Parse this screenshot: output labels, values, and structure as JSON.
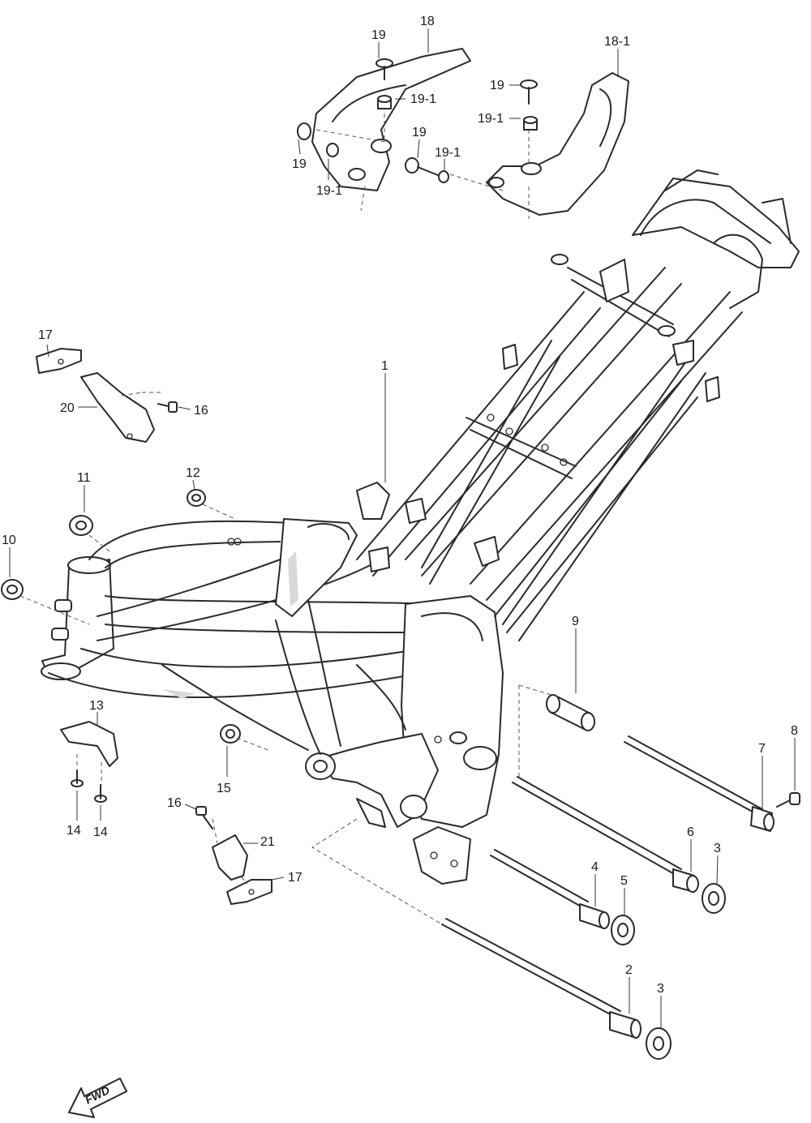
{
  "diagram": {
    "callouts": {
      "c1": "1",
      "c2": "2",
      "c3a": "3",
      "c3b": "3",
      "c4": "4",
      "c5": "5",
      "c6": "6",
      "c7": "7",
      "c8": "8",
      "c9": "9",
      "c10": "10",
      "c11": "11",
      "c12": "12",
      "c13": "13",
      "c14a": "14",
      "c14b": "14",
      "c15": "15",
      "c16a": "16",
      "c16b": "16",
      "c17a": "17",
      "c17b": "17",
      "c18": "18",
      "c18_1": "18-1",
      "c19a": "19",
      "c19b": "19",
      "c19c": "19",
      "c19d": "19",
      "c19_1a": "19-1",
      "c19_1b": "19-1",
      "c19_1c": "19-1",
      "c19_1d": "19-1",
      "c20": "20",
      "c21": "21"
    },
    "direction_label": "FWD"
  }
}
